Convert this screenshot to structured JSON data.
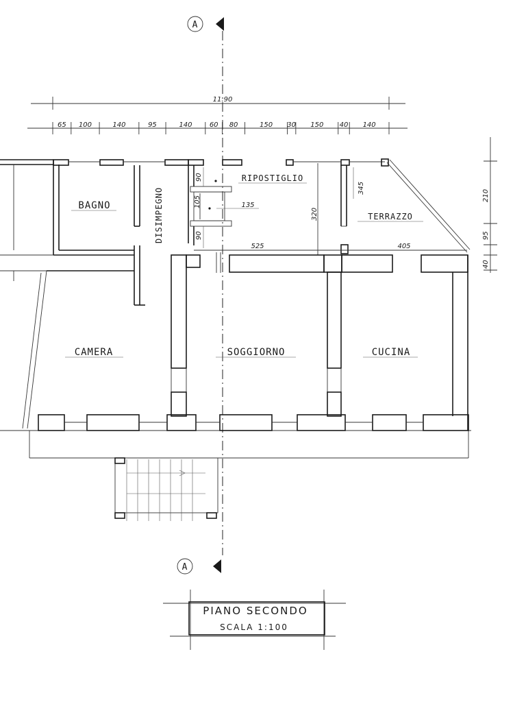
{
  "section_marker": {
    "letter": "A"
  },
  "overall_dimension": "11.90",
  "partial_dimensions": [
    "65",
    "100",
    "140",
    "95",
    "140",
    "60",
    "80",
    "150",
    "30",
    "150",
    "40",
    "140"
  ],
  "rooms": {
    "bagno": "BAGNO",
    "disimpegno": "DISIMPEGNO",
    "ripostiglio": "RIPOSTIGLIO",
    "terrazzo": "TERRAZZO",
    "camera": "CAMERA",
    "soggiorno": "SOGGIORNO",
    "cucina": "CUCINA"
  },
  "inner_dimensions": {
    "d90a": "90",
    "d105": "105",
    "d90b": "90",
    "d135": "135",
    "d320": "320",
    "d345": "345",
    "d525": "525",
    "d405": "405"
  },
  "side_dimensions": [
    "210",
    "95",
    "40"
  ],
  "title_block": {
    "title": "PIANO SECONDO",
    "scale": "SCALA 1:100"
  },
  "colors": {
    "ink": "#1a1a1a",
    "paper": "#ffffff"
  }
}
